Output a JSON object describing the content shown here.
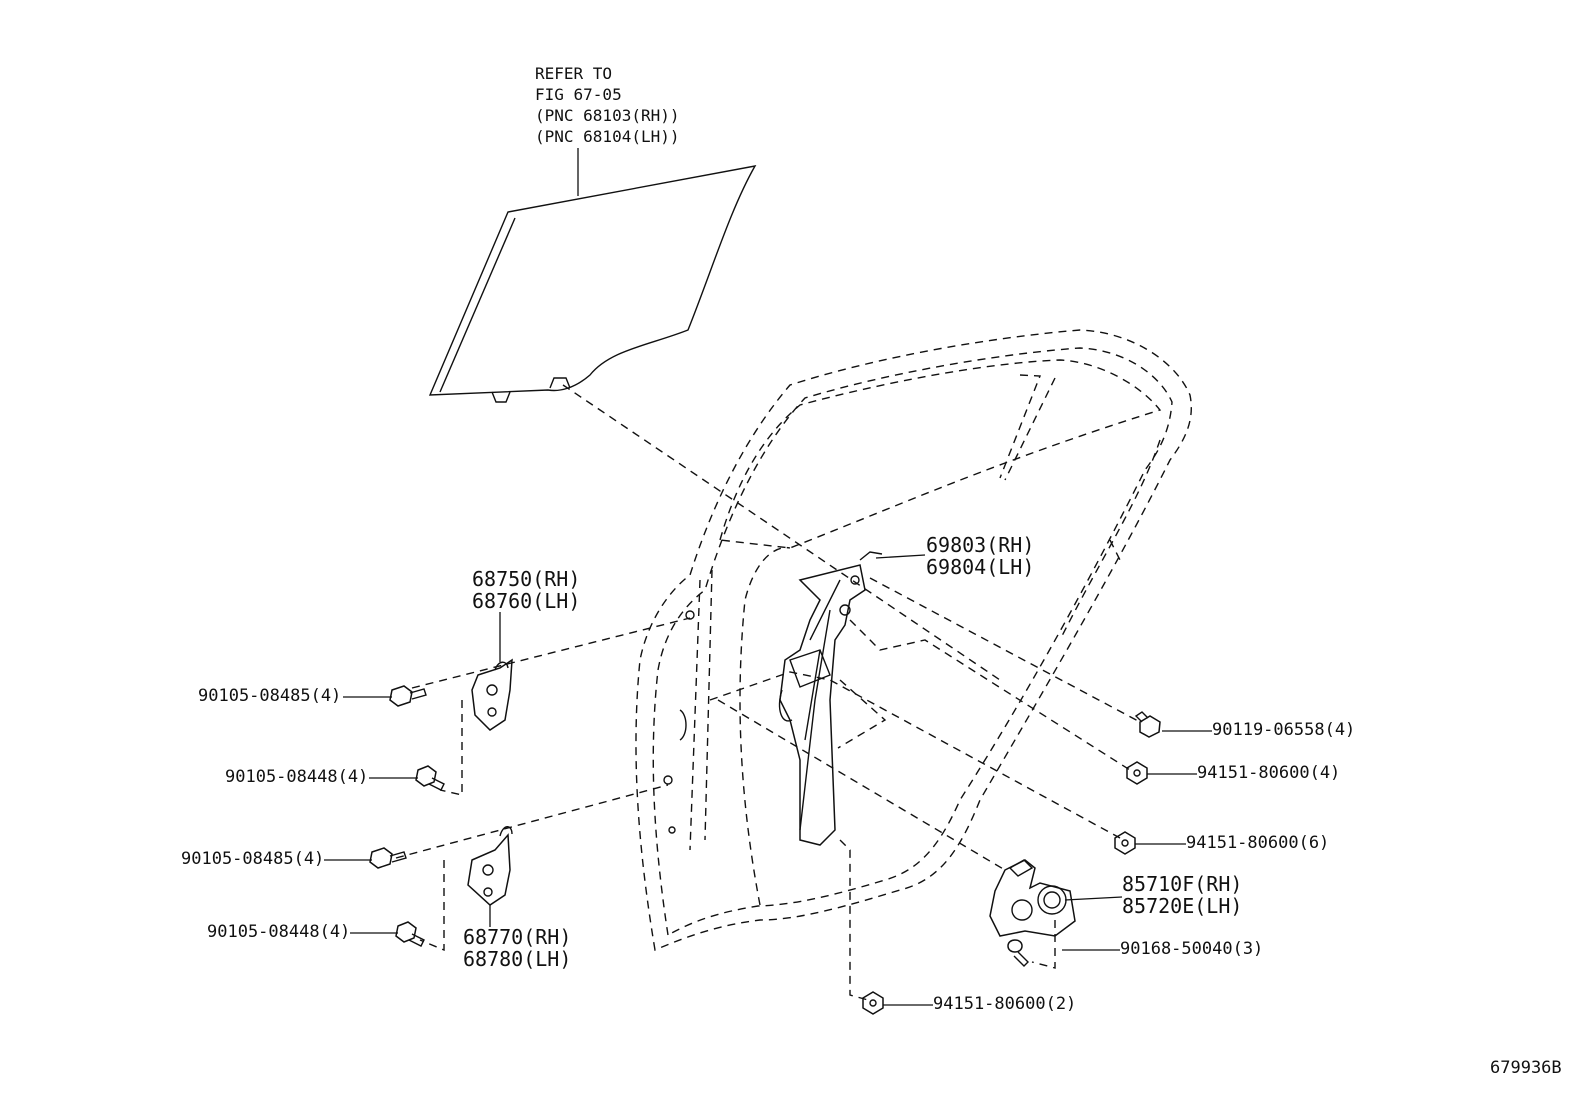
{
  "reference": {
    "lines": [
      "REFER TO",
      "FIG 67-05",
      "(PNC 68103(RH))",
      "(PNC 68104(LH))"
    ]
  },
  "callouts": {
    "regulator_bracket": [
      "69803(RH)",
      "69804(LH)"
    ],
    "upper_hinge": [
      "68750(RH)",
      "68760(LH)"
    ],
    "lower_hinge": [
      "68770(RH)",
      "68780(LH)"
    ],
    "motor": [
      "85710F(RH)",
      "85720E(LH)"
    ],
    "bolt_upper_hinge_door": "90105-08485(4)",
    "bolt_upper_hinge_body": "90105-08448(4)",
    "bolt_lower_hinge_door": "90105-08485(4)",
    "bolt_lower_hinge_body": "90105-08448(4)",
    "bolt_regulator": "90119-06558(4)",
    "nut_regulator_upper": "94151-80600(4)",
    "nut_regulator_mid": "94151-80600(6)",
    "screw_motor": "90168-50040(3)",
    "nut_regulator_lower": "94151-80600(2)"
  },
  "figure_id": "679936B",
  "colors": {
    "ink": "#111111",
    "background": "#ffffff"
  }
}
